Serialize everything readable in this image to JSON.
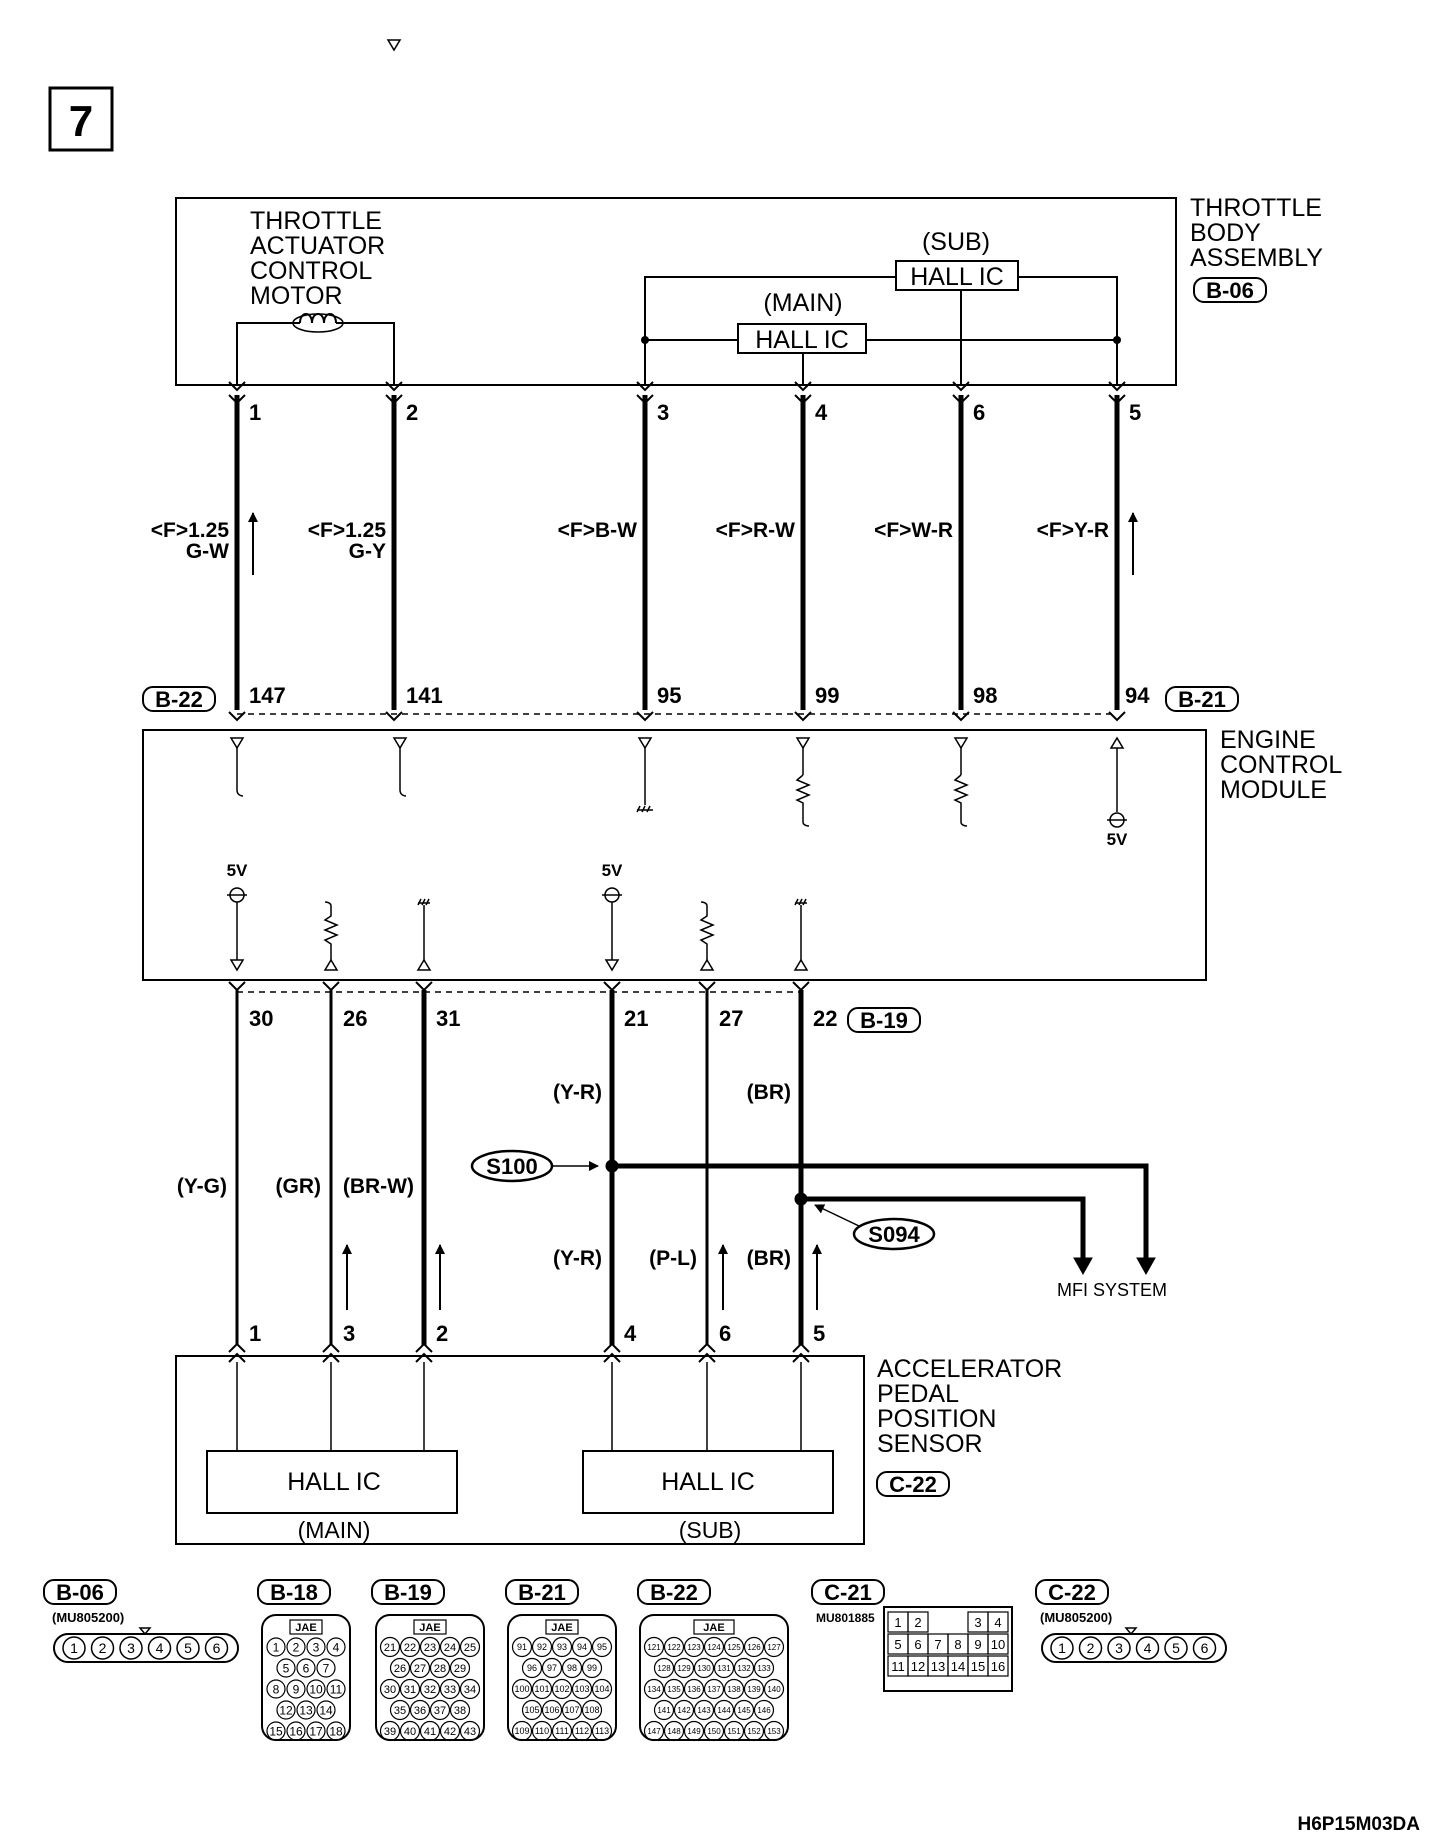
{
  "page_number": "7",
  "figure_code": "H6P15M03DA",
  "throttle_body": {
    "title_lines": [
      "THROTTLE",
      "BODY",
      "ASSEMBLY"
    ],
    "connector": "B-06",
    "motor_lines": [
      "THROTTLE",
      "ACTUATOR",
      "CONTROL",
      "MOTOR"
    ],
    "sub_label": "(SUB)",
    "main_label": "(MAIN)",
    "hall_ic_label": "HALL IC"
  },
  "ecm": {
    "title_lines": [
      "ENGINE",
      "CONTROL",
      "MODULE"
    ],
    "five_v": "5V"
  },
  "apps": {
    "title_lines": [
      "ACCELERATOR",
      "PEDAL",
      "POSITION",
      "SENSOR"
    ],
    "connector": "C-22",
    "hall_ic_label": "HALL IC",
    "main_label": "(MAIN)",
    "sub_label": "(SUB)"
  },
  "upper_wires": [
    {
      "top_pin": "1",
      "bottom_pin": "147",
      "line1": "<F>1.25",
      "line2": "G-W"
    },
    {
      "top_pin": "2",
      "bottom_pin": "141",
      "line1": "<F>1.25",
      "line2": "G-Y"
    },
    {
      "top_pin": "3",
      "bottom_pin": "95",
      "line1": "<F>B-W",
      "line2": ""
    },
    {
      "top_pin": "4",
      "bottom_pin": "99",
      "line1": "<F>R-W",
      "line2": ""
    },
    {
      "top_pin": "6",
      "bottom_pin": "98",
      "line1": "<F>W-R",
      "line2": ""
    },
    {
      "top_pin": "5",
      "bottom_pin": "94",
      "line1": "<F>Y-R",
      "line2": ""
    }
  ],
  "upper_connectors": {
    "left": "B-22",
    "right": "B-21"
  },
  "lower_wires": [
    {
      "ecm_pin": "30",
      "sensor_pin": "1",
      "color_mid": "(Y-G)"
    },
    {
      "ecm_pin": "26",
      "sensor_pin": "3",
      "color_mid": "(GR)"
    },
    {
      "ecm_pin": "31",
      "sensor_pin": "2",
      "color_mid": "(BR-W)"
    },
    {
      "ecm_pin": "21",
      "sensor_pin": "4",
      "color_upper": "(Y-R)",
      "color_lower": "(Y-R)"
    },
    {
      "ecm_pin": "27",
      "sensor_pin": "6",
      "color_lower": "(P-L)"
    },
    {
      "ecm_pin": "22",
      "sensor_pin": "5",
      "color_upper": "(BR)",
      "color_lower": "(BR)"
    }
  ],
  "lower_connector": "B-19",
  "splices": {
    "s100": "S100",
    "s094": "S094"
  },
  "mfi_label": "MFI SYSTEM",
  "legend": {
    "b06": {
      "name": "B-06",
      "part": "(MU805200)",
      "pins": [
        "1",
        "2",
        "3",
        "4",
        "5",
        "6"
      ]
    },
    "b18": {
      "name": "B-18",
      "brand": "JAE",
      "rows": [
        [
          "1",
          "2",
          "3",
          "4"
        ],
        [
          "5",
          "6",
          "7"
        ],
        [
          "8",
          "9",
          "10",
          "11"
        ],
        [
          "12",
          "13",
          "14"
        ],
        [
          "15",
          "16",
          "17",
          "18"
        ]
      ]
    },
    "b19": {
      "name": "B-19",
      "brand": "JAE",
      "rows": [
        [
          "21",
          "22",
          "23",
          "24",
          "25"
        ],
        [
          "26",
          "27",
          "28",
          "29"
        ],
        [
          "30",
          "31",
          "32",
          "33",
          "34"
        ],
        [
          "35",
          "36",
          "37",
          "38"
        ],
        [
          "39",
          "40",
          "41",
          "42",
          "43"
        ]
      ]
    },
    "b21": {
      "name": "B-21",
      "brand": "JAE",
      "rows": [
        [
          "91",
          "92",
          "93",
          "94",
          "95"
        ],
        [
          "96",
          "97",
          "98",
          "99"
        ],
        [
          "100",
          "101",
          "102",
          "103",
          "104"
        ],
        [
          "105",
          "106",
          "107",
          "108"
        ],
        [
          "109",
          "110",
          "111",
          "112",
          "113"
        ]
      ]
    },
    "b22": {
      "name": "B-22",
      "brand": "JAE",
      "rows": [
        [
          "121",
          "122",
          "123",
          "124",
          "125",
          "126",
          "127"
        ],
        [
          "128",
          "129",
          "130",
          "131",
          "132",
          "133"
        ],
        [
          "134",
          "135",
          "136",
          "137",
          "138",
          "139",
          "140"
        ],
        [
          "141",
          "142",
          "143",
          "144",
          "145",
          "146"
        ],
        [
          "147",
          "148",
          "149",
          "150",
          "151",
          "152",
          "153"
        ]
      ]
    },
    "c21": {
      "name": "C-21",
      "part": "MU801885",
      "rows": [
        [
          "1",
          "2",
          "",
          "3",
          "4"
        ],
        [
          "5",
          "6",
          "7",
          "8",
          "9",
          "10"
        ],
        [
          "11",
          "12",
          "13",
          "14",
          "15",
          "16"
        ]
      ]
    },
    "c22": {
      "name": "C-22",
      "part": "(MU805200)",
      "pins": [
        "1",
        "2",
        "3",
        "4",
        "5",
        "6"
      ]
    }
  }
}
